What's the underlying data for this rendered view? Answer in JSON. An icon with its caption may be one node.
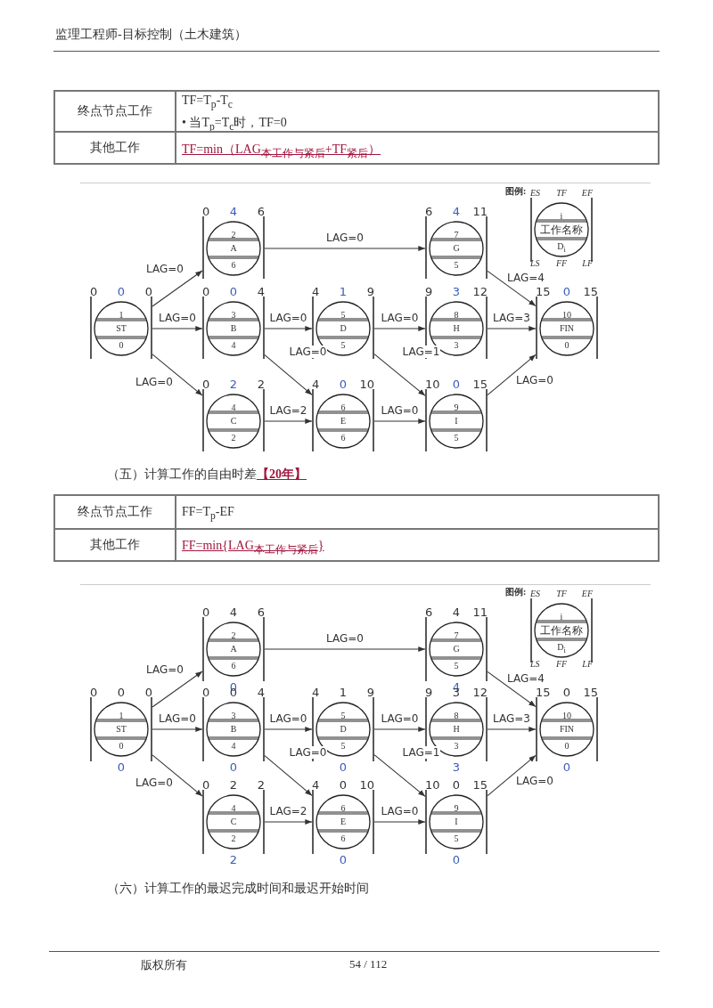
{
  "diagram": {
    "nodes": [
      {
        "text": [
          "1",
          "ST",
          "0"
        ],
        "beside": [
          "0",
          "0",
          "0"
        ]
      },
      {
        "text": [
          "2",
          "A",
          "6"
        ],
        "beside": [
          "0",
          "4",
          "6"
        ]
      },
      {
        "text": [
          "3",
          "B",
          "4"
        ],
        "beside": [
          "0",
          "0",
          "4"
        ]
      },
      {
        "text": [
          "4",
          "C",
          "2"
        ],
        "beside": [
          "0",
          "2",
          "2"
        ]
      },
      {
        "text": [
          "5",
          "D",
          "5"
        ],
        "beside": [
          "4",
          "1",
          "9"
        ]
      },
      {
        "text": [
          "6",
          "E",
          "6"
        ],
        "beside": [
          "4",
          "0",
          "10"
        ]
      },
      {
        "text": [
          "7",
          "G",
          "5"
        ],
        "beside": [
          "6",
          "4",
          "11"
        ]
      },
      {
        "text": [
          "8",
          "H",
          "3"
        ],
        "beside": [
          "9",
          "3",
          "12"
        ]
      },
      {
        "text": [
          "9",
          "I",
          "5"
        ],
        "beside": [
          "10",
          "0",
          "15"
        ]
      },
      {
        "text": [
          "10",
          "FIN",
          "0"
        ],
        "beside": [
          "15",
          "0",
          "15"
        ]
      },
      {
        "text": [
          "i",
          "工作名称",
          "D$_{i}$"
        ],
        "beside": [
          "ES",
          "TF",
          "EF",
          "LS",
          "FF",
          "LF"
        ]
      },
      {
        "text": [
          "1",
          "ST",
          "0"
        ],
        "beside": [
          "0",
          "0",
          "0",
          "0"
        ]
      },
      {
        "text": [
          "2",
          "A",
          "6"
        ],
        "beside": [
          "0",
          "4",
          "6",
          "0"
        ]
      },
      {
        "text": [
          "3",
          "B",
          "4"
        ],
        "beside": [
          "0",
          "0",
          "4",
          "0"
        ]
      },
      {
        "text": [
          "4",
          "C",
          "2"
        ],
        "beside": [
          "0",
          "2",
          "2",
          "2"
        ]
      },
      {
        "text": [
          "5",
          "D",
          "5"
        ],
        "beside": [
          "4",
          "1",
          "9",
          "0"
        ]
      },
      {
        "text": [
          "6",
          "E",
          "6"
        ],
        "beside": [
          "4",
          "0",
          "10",
          "0"
        ]
      },
      {
        "text": [
          "7",
          "G",
          "5"
        ],
        "beside": [
          "6",
          "4",
          "11",
          "4"
        ]
      },
      {
        "text": [
          "8",
          "H",
          "3"
        ],
        "beside": [
          "9",
          "3",
          "12",
          "3"
        ]
      },
      {
        "text": [
          "9",
          "I",
          "5"
        ],
        "beside": [
          "10",
          "0",
          "15",
          "0"
        ]
      },
      {
        "text": [
          "10",
          "FIN",
          "0"
        ],
        "beside": [
          "15",
          "0",
          "15",
          "0"
        ]
      },
      {
        "text": [
          "i",
          "工作名称",
          "D$_{i}$"
        ],
        "beside": [
          "ES",
          "TF",
          "EF",
          "LS",
          "FF",
          "LF"
        ]
      }
    ],
    "edges": [
      {
        "from": 0,
        "to": 1,
        "arrow": "to",
        "label": "LAG=0"
      },
      {
        "from": 0,
        "to": 2,
        "arrow": "to",
        "label": "LAG=0"
      },
      {
        "from": 0,
        "to": 3,
        "arrow": "to",
        "label": "LAG=0"
      },
      {
        "from": 1,
        "to": 6,
        "arrow": "to",
        "label": "LAG=0"
      },
      {
        "from": 2,
        "to": 4,
        "arrow": "to",
        "label": "LAG=0"
      },
      {
        "from": 2,
        "to": 5,
        "arrow": "to",
        "label": "LAG=0"
      },
      {
        "from": 3,
        "to": 5,
        "arrow": "to",
        "label": "LAG=2"
      },
      {
        "from": 4,
        "to": 7,
        "arrow": "to",
        "label": "LAG=0"
      },
      {
        "from": 4,
        "to": 8,
        "arrow": "to",
        "label": "LAG=1"
      },
      {
        "from": 5,
        "to": 8,
        "arrow": "to",
        "label": "LAG=0"
      },
      {
        "from": 6,
        "to": 9,
        "arrow": "to",
        "label": "LAG=4"
      },
      {
        "from": 7,
        "to": 9,
        "arrow": "to",
        "label": "LAG=3"
      },
      {
        "from": 8,
        "to": 9,
        "arrow": "to",
        "label": "LAG=0"
      },
      {
        "from": 11,
        "to": 12,
        "arrow": "to",
        "label": "LAG=0"
      },
      {
        "from": 11,
        "to": 13,
        "arrow": "to",
        "label": "LAG=0"
      },
      {
        "from": 11,
        "to": 14,
        "arrow": "to",
        "label": "LAG=0"
      },
      {
        "from": 12,
        "to": 17,
        "arrow": "to",
        "label": "LAG=0"
      },
      {
        "from": 13,
        "to": 15,
        "arrow": "to",
        "label": "LAG=0"
      },
      {
        "from": 13,
        "to": 16,
        "arrow": "to",
        "label": "LAG=0"
      },
      {
        "from": 14,
        "to": 16,
        "arrow": "to",
        "label": "LAG=2"
      },
      {
        "from": 15,
        "to": 18,
        "arrow": "to",
        "label": "LAG=0"
      },
      {
        "from": 15,
        "to": 19,
        "arrow": "to",
        "label": "LAG=1"
      },
      {
        "from": 16,
        "to": 19,
        "arrow": "to",
        "label": "LAG=0"
      },
      {
        "from": 17,
        "to": 20,
        "arrow": "to",
        "label": "LAG=4"
      },
      {
        "from": 18,
        "to": 20,
        "arrow": "to",
        "label": "LAG=3"
      },
      {
        "from": 19,
        "to": 20,
        "arrow": "to",
        "label": "LAG=0"
      }
    ],
    "labels": [
      "监理工程师-目标控制（土木建筑）",
      "终点节点工作",
      "TF=T$_{p}$-T$_{c}$",
      "• 当T$_{p}$=T$_{c}$时，TF=0",
      "其他工作",
      "TF=min（LAG$_{本工作与紧后}$+TF$_{紧后}$）",
      "图例:",
      "（五）计算工作的自由时差**【20年】**",
      "终点节点工作",
      "FF=T$_{p}$-EF",
      "其他工作",
      "FF=min{LAG$_{本工作与紧后}$}",
      "图例:",
      "（六）计算工作的最迟完成时间和最迟开始时间",
      "版权所有",
      "54 / 112"
    ]
  }
}
